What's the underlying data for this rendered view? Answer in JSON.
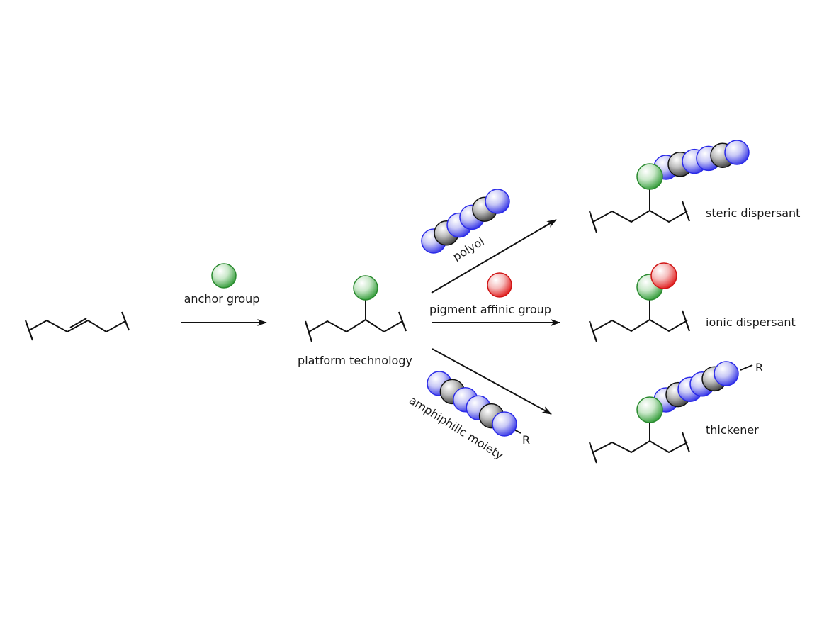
{
  "colors": {
    "anchor": "#1e9a2a",
    "pigment": "#e01818",
    "ether": "#2020ee",
    "carbon": "#222222",
    "background": "#ffffff"
  },
  "labels": {
    "anchor_group": "anchor group",
    "platform_technology": "platform technology",
    "polyol": "polyol",
    "pigment_affinic_group": "pigment affinic group",
    "amphiphilic_moiety": "amphiphilic moiety",
    "r_group_reagent": "R",
    "r_group_product": "R"
  },
  "products": [
    {
      "label": "steric dispersant"
    },
    {
      "label": "ionic dispersant"
    },
    {
      "label": "thickener"
    }
  ],
  "chains": {
    "polyol": [
      "ether",
      "carbon",
      "ether",
      "ether",
      "carbon",
      "ether"
    ],
    "amphiphilic": [
      "ether",
      "carbon",
      "ether",
      "ether",
      "carbon",
      "ether"
    ],
    "steric_product": [
      "ether",
      "carbon",
      "ether",
      "ether",
      "carbon",
      "ether"
    ],
    "thickener_product": [
      "ether",
      "carbon",
      "ether",
      "ether",
      "carbon",
      "ether"
    ]
  }
}
